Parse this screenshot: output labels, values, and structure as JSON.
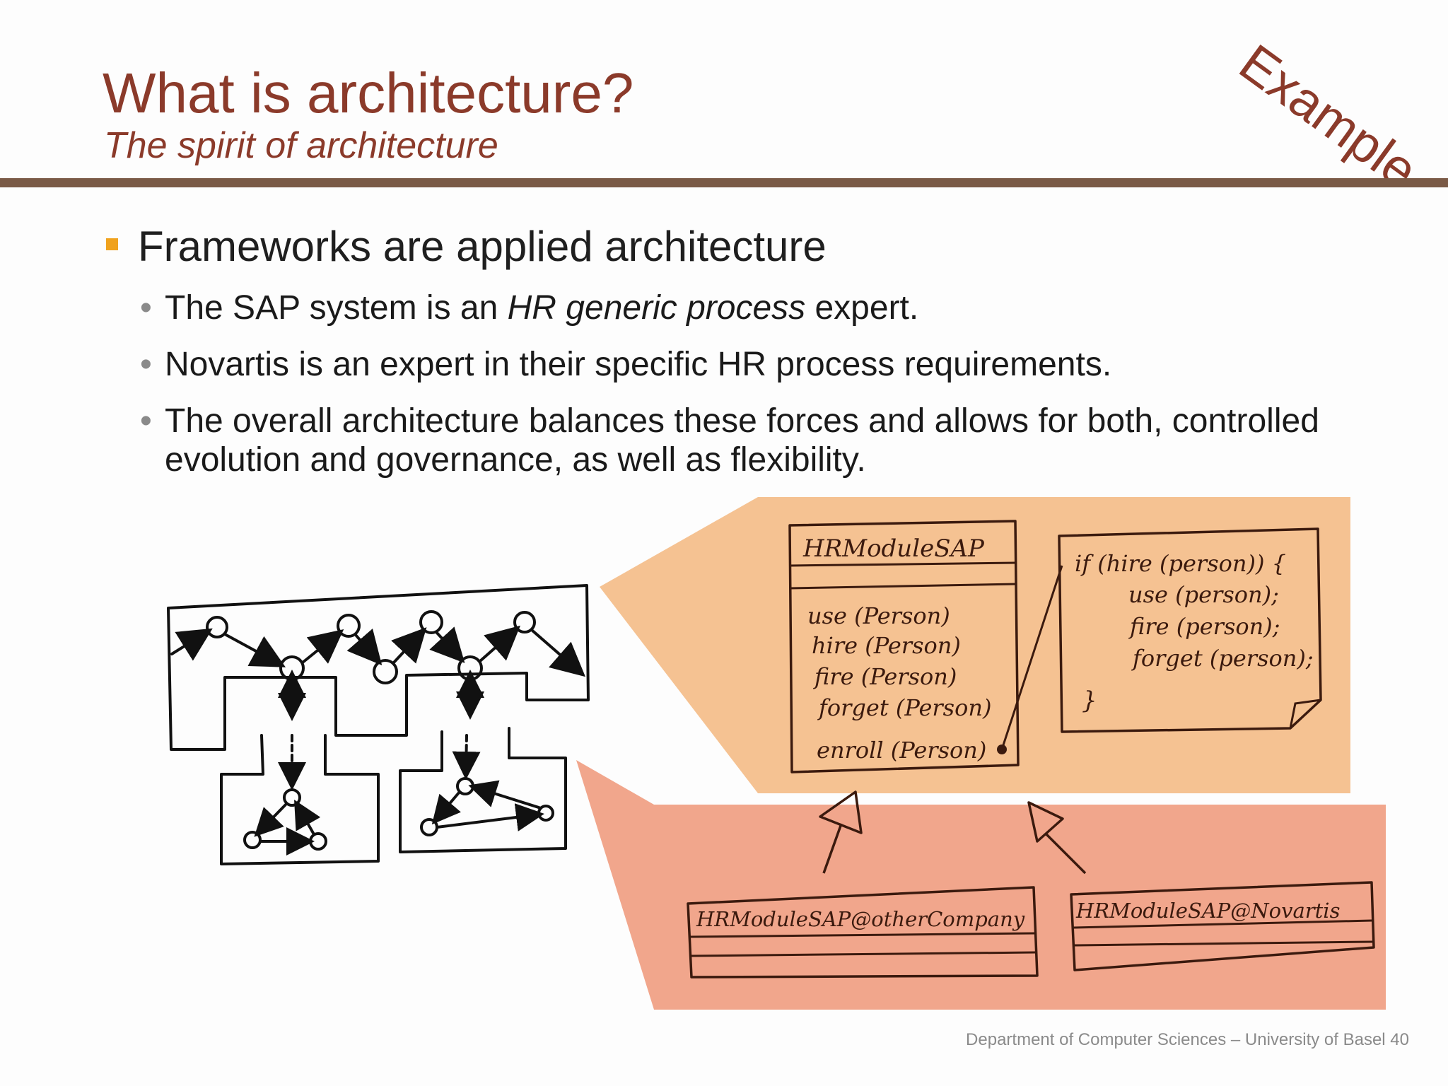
{
  "slide": {
    "title": "What is architecture?",
    "subtitle": "The spirit of architecture",
    "stamp": "Example",
    "bullet": "Frameworks are applied architecture",
    "subbullets": {
      "one_prefix": "The SAP system is an ",
      "one_italic": "HR generic process",
      "one_suffix": " expert.",
      "two": "Novartis is an expert in their specific HR process requirements.",
      "three": "The overall architecture balances these forces and allows for both, controlled evolution and governance, as well as flexibility."
    },
    "sub_marker": "•",
    "footer": "Department of Computer Sciences – University of Basel 40"
  },
  "diagram": {
    "class_name": "HRModuleSAP",
    "methods": [
      "use (Person)",
      "hire (Person)",
      "fire (Person)",
      "forget (Person)",
      "enroll (Person)"
    ],
    "note_lines": [
      "if (hire (person)) {",
      "use (person);",
      "fire (person);",
      "forget (person);",
      "}"
    ],
    "subclass_left": "HRModuleSAP@otherCompany",
    "subclass_right": "HRModuleSAP@Novartis",
    "colors": {
      "framework_panel": "#f5c292",
      "subclass_panel": "#f1a68c",
      "ink": "#3b1a0e"
    }
  }
}
